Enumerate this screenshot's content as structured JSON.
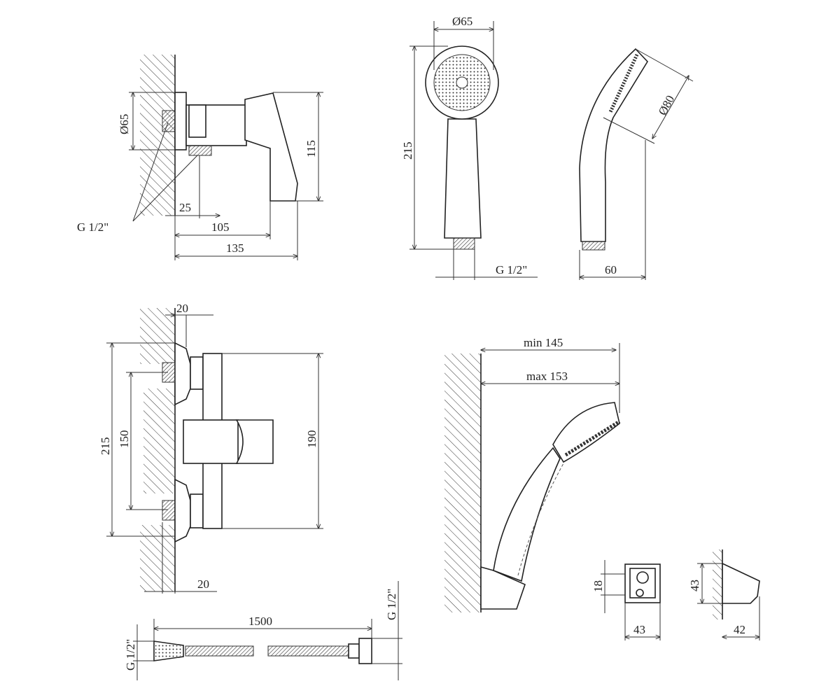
{
  "labels": {
    "mixer_side": {
      "d65": "Ø65",
      "h115": "115",
      "l25": "25",
      "l105": "105",
      "l135": "135",
      "thread": "G 1/2\""
    },
    "handshower_front": {
      "d65": "Ø65",
      "h215": "215",
      "thread": "G 1/2\""
    },
    "handshower_side": {
      "d80": "Ø80",
      "w60": "60"
    },
    "mixer_front": {
      "top20": "20",
      "h215": "215",
      "h150": "150",
      "h190": "190",
      "bottom20": "20"
    },
    "holder_view": {
      "min": "min 145",
      "max": "max 153"
    },
    "bracket_front": {
      "h18": "18",
      "w43": "43"
    },
    "bracket_side": {
      "h43": "43",
      "w42": "42"
    },
    "hose": {
      "length": "1500",
      "thread_left": "G 1/2\"",
      "thread_right": "G 1/2\""
    }
  },
  "colors": {
    "line": "#222222",
    "background": "#ffffff"
  }
}
